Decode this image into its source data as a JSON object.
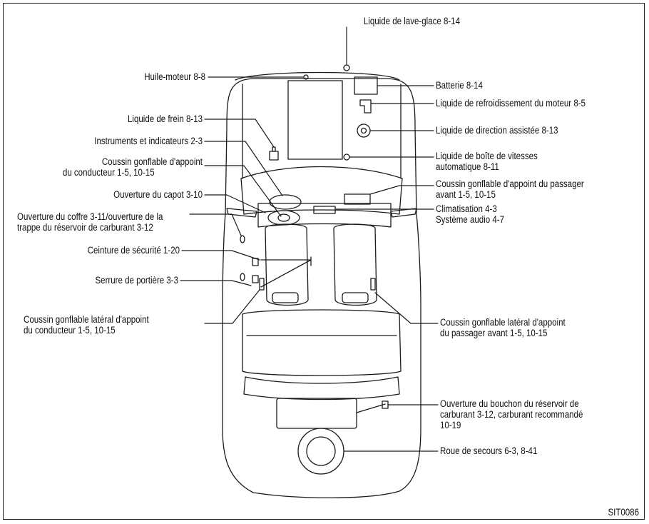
{
  "figure_code": "SIT0086",
  "labels": {
    "washer_fluid": "Liquide de lave-glace 8-14",
    "engine_oil": "Huile-moteur 8-8",
    "battery": "Batterie 8-14",
    "coolant": "Liquide de refroidissement du moteur 8-5",
    "brake_fluid": "Liquide de frein 8-13",
    "power_steering": "Liquide de direction assistée 8-13",
    "instruments": "Instruments et indicateurs 2-3",
    "driver_airbag": [
      "Coussin gonflable d'appoint",
      "du conducteur 1-5, 10-15"
    ],
    "transmission_fluid": [
      "Liquide de boîte de vitesses",
      "automatique 8-11"
    ],
    "passenger_airbag": [
      "Coussin gonflable d'appoint du passager",
      "avant 1-5, 10-15"
    ],
    "hood": "Ouverture du capot 3-10",
    "ac": "Climatisation 4-3",
    "audio": "Système audio 4-7",
    "trunk": [
      "Ouverture du coffre 3-11/ouverture de la",
      "trappe du réservoir de carburant 3-12"
    ],
    "seatbelt": "Ceinture de sécurité 1-20",
    "door_lock": "Serrure de portière 3-3",
    "driver_side_airbag": [
      "Coussin gonflable latéral d'appoint",
      "du conducteur 1-5, 10-15"
    ],
    "passenger_side_airbag": [
      "Coussin gonflable latéral d'appoint",
      "du passager avant 1-5, 10-15"
    ],
    "fuel_cap": [
      "Ouverture du bouchon du réservoir de",
      "carburant 3-12, carburant recommandé",
      "10-19"
    ],
    "spare_wheel": "Roue de secours 6-3, 8-41"
  }
}
